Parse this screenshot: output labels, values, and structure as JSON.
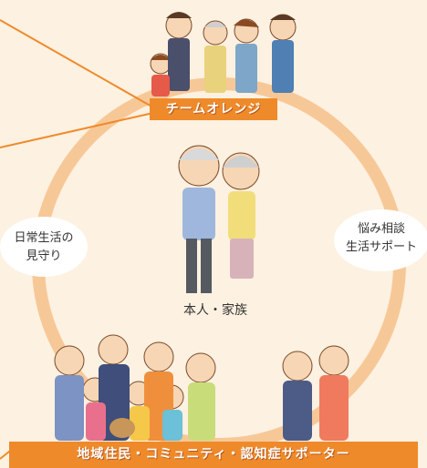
{
  "center": {
    "label": "本人・家族"
  },
  "team": {
    "label": "チームオレンジ"
  },
  "community": {
    "label": "地域住民・コミュニティ・認知症サポーター"
  },
  "left_bubble": {
    "line1": "日常生活の",
    "line2": "見守り"
  },
  "right_bubble": {
    "line1": "悩み相談",
    "line2": "生活サポート"
  },
  "colors": {
    "accent": "#ef8a2a",
    "ring": "#f7c897",
    "background": "#fdf1e1"
  }
}
